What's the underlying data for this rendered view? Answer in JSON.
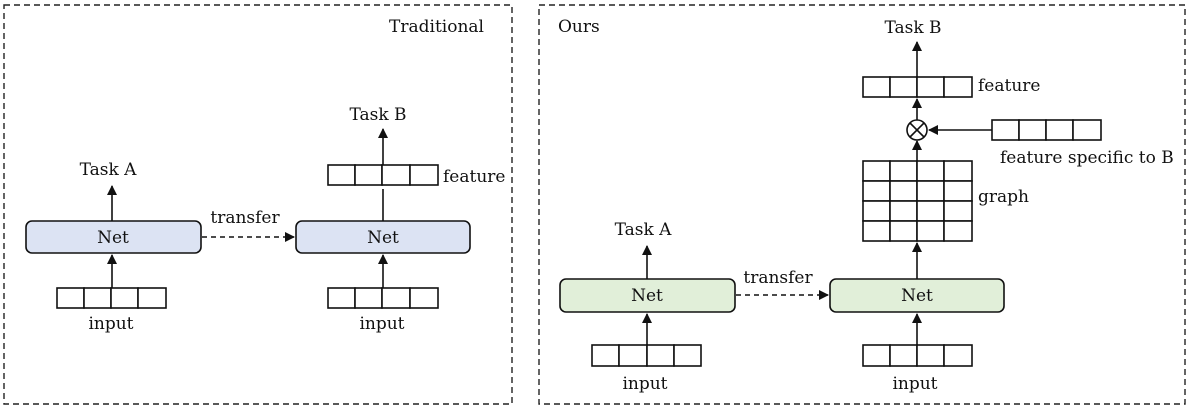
{
  "panels": {
    "traditional": {
      "title": "Traditional",
      "task_a": "Task A",
      "task_b": "Task B",
      "net_left": "Net",
      "net_right": "Net",
      "transfer": "transfer",
      "feature": "feature",
      "input_left": "input",
      "input_right": "input"
    },
    "ours": {
      "title": "Ours",
      "task_a": "Task A",
      "task_b": "Task B",
      "net_left": "Net",
      "net_right": "Net",
      "transfer": "transfer",
      "feature": "feature",
      "feature_specific": "feature specific to B",
      "graph": "graph",
      "input_left": "input",
      "input_right": "input"
    }
  },
  "colors": {
    "net_blue": "#dce3f3",
    "net_green": "#e1efd9"
  }
}
